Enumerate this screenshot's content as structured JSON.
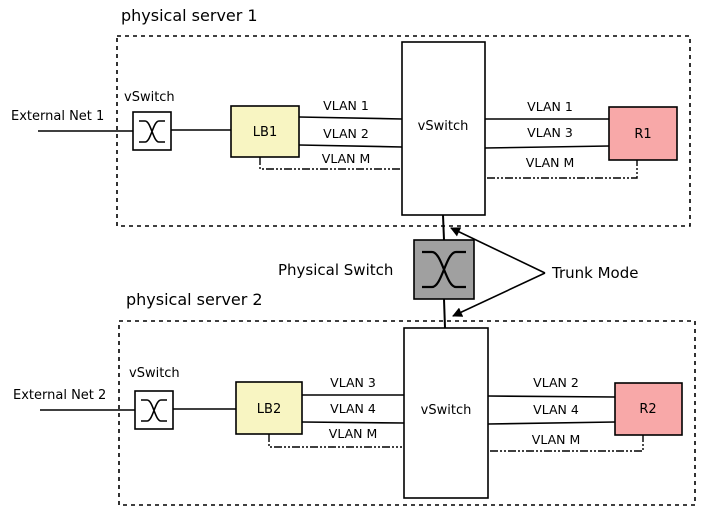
{
  "servers": [
    {
      "title": "physical server 1",
      "external_net": "External Net 1",
      "vswitch_small": "vSwitch",
      "vswitch_big": "vSwitch",
      "lb": {
        "label": "LB1",
        "color": "#f8f5c2"
      },
      "router": {
        "label": "R1",
        "color": "#f8a8a8"
      },
      "left_vlans": [
        "VLAN 1",
        "VLAN 2",
        "VLAN M"
      ],
      "right_vlans": [
        "VLAN 1",
        "VLAN 3",
        "VLAN M"
      ]
    },
    {
      "title": "physical server 2",
      "external_net": "External Net 2",
      "vswitch_small": "vSwitch",
      "vswitch_big": "vSwitch",
      "lb": {
        "label": "LB2",
        "color": "#f8f5c2"
      },
      "router": {
        "label": "R2",
        "color": "#f8a8a8"
      },
      "left_vlans": [
        "VLAN 3",
        "VLAN 4",
        "VLAN M"
      ],
      "right_vlans": [
        "VLAN 2",
        "VLAN 4",
        "VLAN M"
      ]
    }
  ],
  "physical_switch": {
    "label": "Physical Switch",
    "color": "#a0a0a0"
  },
  "trunk_mode": "Trunk Mode",
  "icons": {
    "switch": "crossover-switch-icon"
  }
}
